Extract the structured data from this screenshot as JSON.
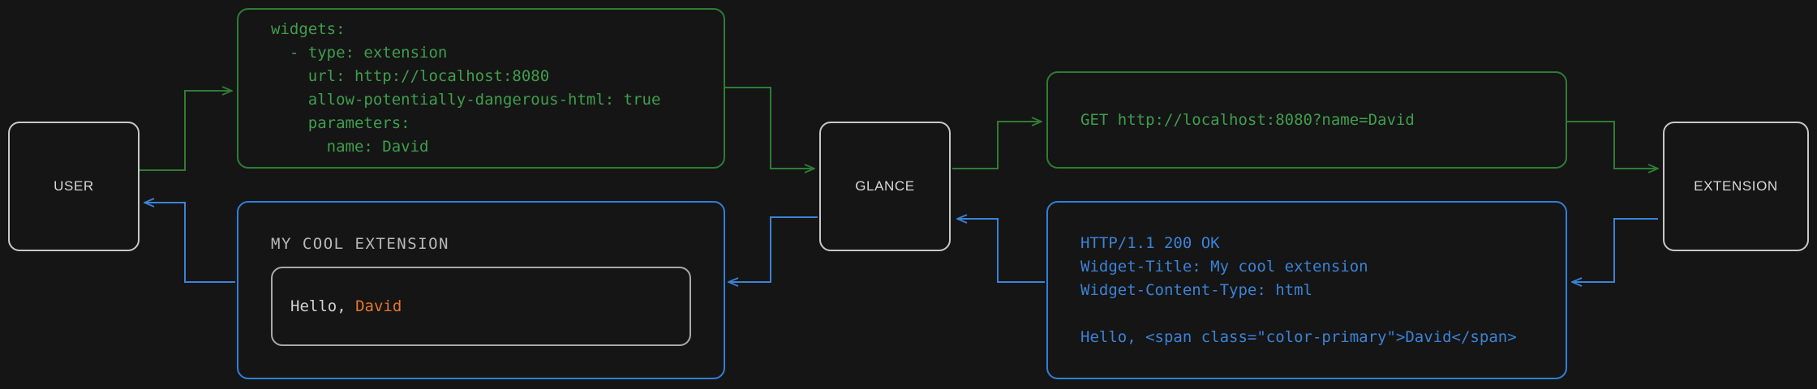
{
  "diagram": {
    "background": "#151515",
    "request_color": "#3f9e4d",
    "response_color": "#3b82d6",
    "node_border_color": "#c8c8c8",
    "accent_color": "#e8762c"
  },
  "nodes": {
    "user": {
      "label": "USER"
    },
    "glance": {
      "label": "GLANCE"
    },
    "extension": {
      "label": "EXTENSION"
    }
  },
  "config_box": {
    "lines": [
      "widgets:",
      "  - type: extension",
      "    url: http://localhost:8080",
      "    allow-potentially-dangerous-html: true",
      "    parameters:",
      "      name: David"
    ]
  },
  "request_box": {
    "lines": [
      "GET http://localhost:8080?name=David"
    ]
  },
  "response_box": {
    "lines": [
      "HTTP/1.1 200 OK",
      "Widget-Title: My cool extension",
      "Widget-Content-Type: html",
      "",
      "Hello, <span class=\"color-primary\">David</span>"
    ]
  },
  "render_box": {
    "title": "MY COOL EXTENSION",
    "greeting_prefix": "Hello, ",
    "greeting_name": "David"
  }
}
